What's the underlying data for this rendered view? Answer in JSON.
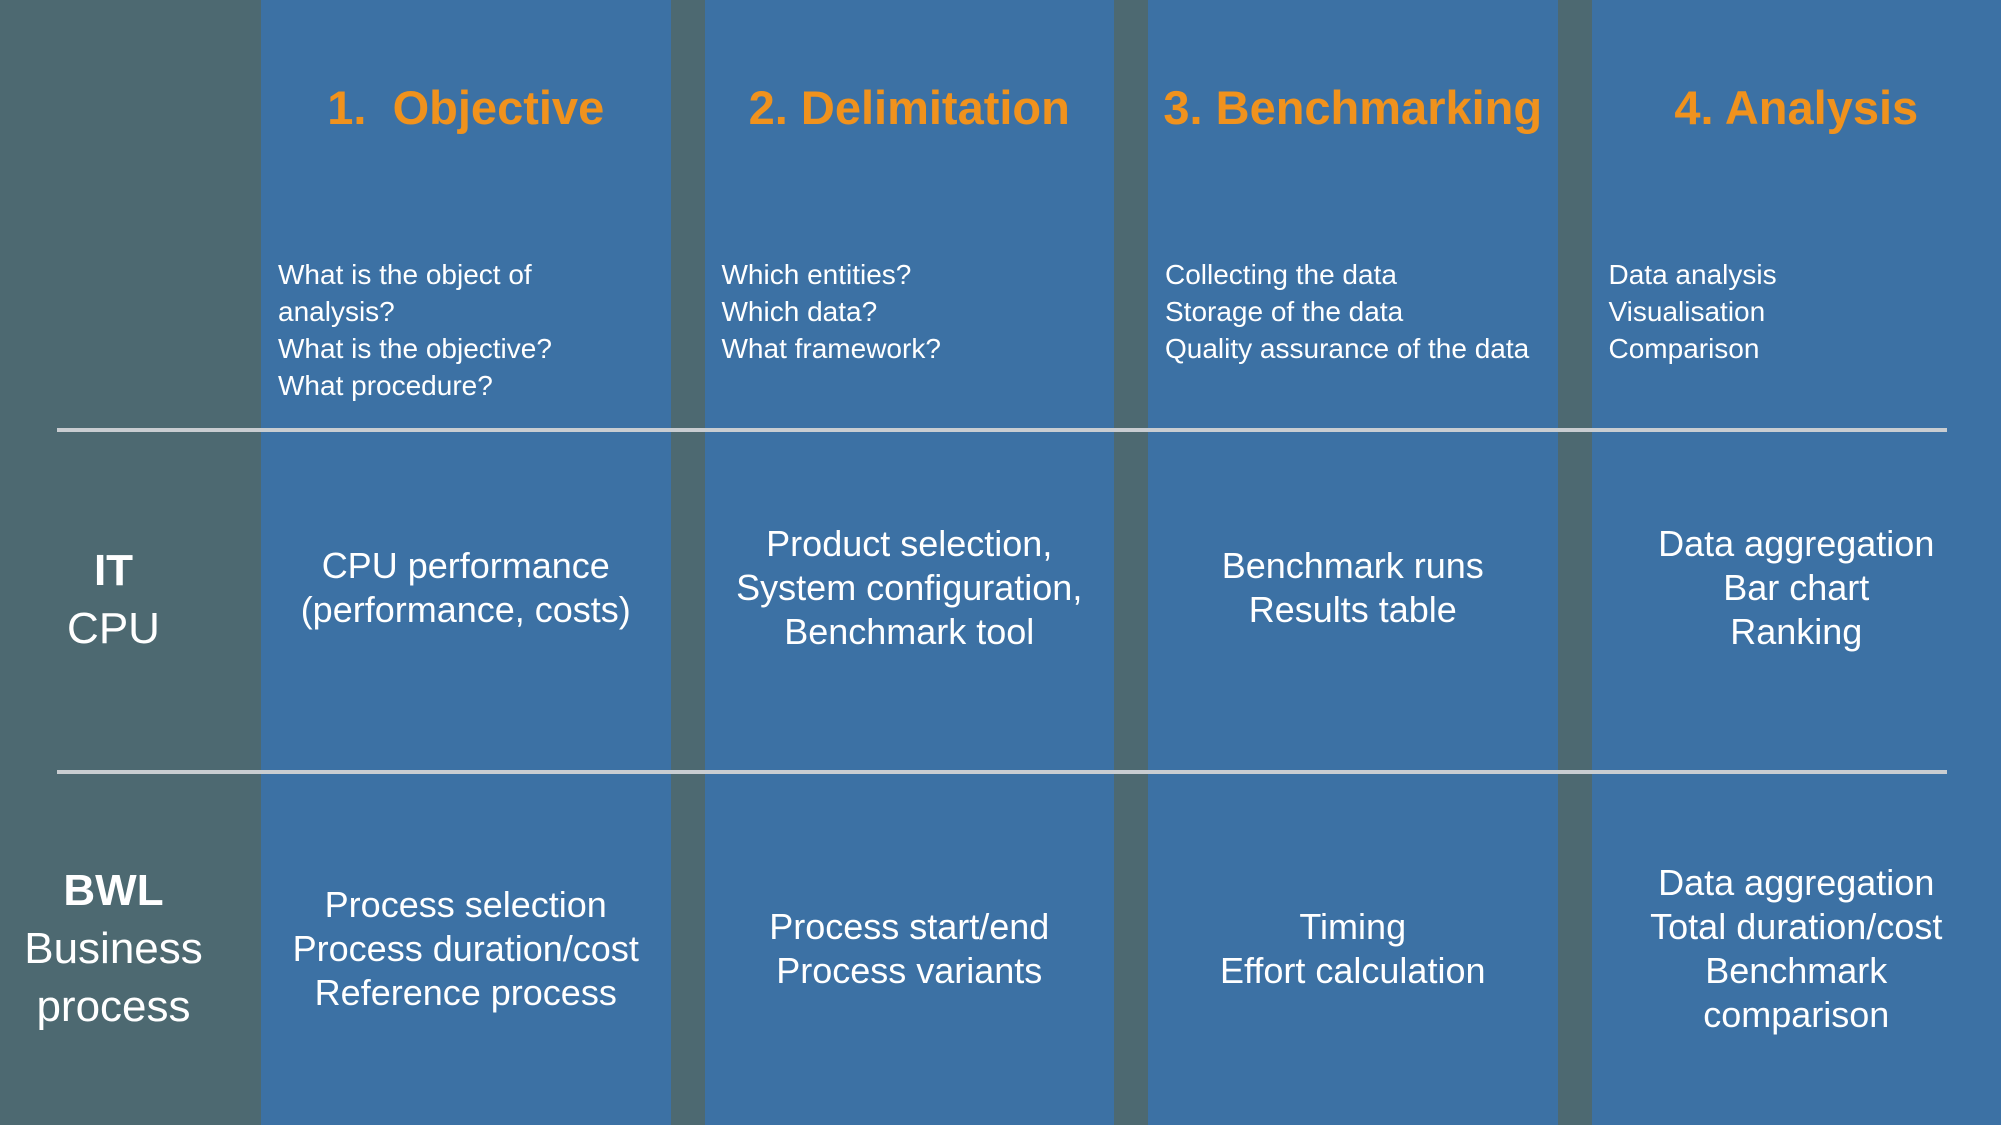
{
  "colors": {
    "background": "#4D6971",
    "column_blue": "#3C71A4",
    "accent_orange": "#F0921D",
    "text_white": "#FFFFFF",
    "divider_gray": "#C9CDD1"
  },
  "row_labels": [
    {
      "title": "IT",
      "subtitle": "CPU"
    },
    {
      "title": "BWL",
      "subtitle": "Business process"
    }
  ],
  "columns": [
    {
      "title": "1.  Objective",
      "question_lines": [
        "What is the object of",
        "analysis?",
        "What is the objective?",
        "What procedure?"
      ],
      "it_lines": [
        "CPU performance",
        "(performance, costs)"
      ],
      "bwl_lines": [
        "Process selection",
        "Process duration/cost",
        "Reference process"
      ]
    },
    {
      "title": "2. Delimitation",
      "question_lines": [
        "Which entities?",
        "Which data?",
        "What framework?"
      ],
      "it_lines": [
        "Product selection,",
        "System configuration,",
        "Benchmark tool"
      ],
      "bwl_lines": [
        "Process start/end",
        "Process variants"
      ]
    },
    {
      "title": "3. Benchmarking",
      "question_lines": [
        "Collecting the data",
        "Storage of the data",
        "Quality assurance of the data"
      ],
      "it_lines": [
        "Benchmark runs",
        "Results table"
      ],
      "bwl_lines": [
        "Timing",
        "Effort calculation"
      ]
    },
    {
      "title": "4. Analysis",
      "question_lines": [
        "Data analysis",
        "Visualisation",
        "Comparison"
      ],
      "it_lines": [
        "Data aggregation",
        "Bar chart",
        "Ranking"
      ],
      "bwl_lines": [
        "Data aggregation",
        "Total duration/cost",
        "Benchmark",
        "comparison"
      ]
    }
  ]
}
